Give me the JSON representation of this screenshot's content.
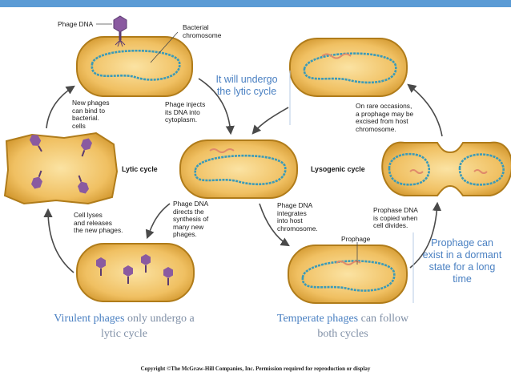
{
  "labels": {
    "phage_dna": "Phage DNA",
    "bacterial_chromosome": "Bacterial\nchromosome",
    "new_phages_bind": "New phages\ncan bind to\nbacterial.\ncells",
    "phage_injects": "Phage injects\nits DNA into\ncytoplasm.",
    "lytic_cycle": "Lytic cycle",
    "lysogenic_cycle": "Lysogenic cycle",
    "phage_dna_directs": "Phage DNA\ndirects the\nsynthesis of\nmany new\nphages.",
    "phage_dna_integrates": "Phage DNA\nintegrates\ninto host\nchromosome.",
    "cell_lyses": "Cell lyses\nand releases\nthe new phages.",
    "rare_occasions": "On rare occasions,\na prophage may be\nexcised from host\nchromosome.",
    "prophase_copied": "Prophase DNA\nis copied when\ncell divides.",
    "prophage": "Prophage"
  },
  "callouts": {
    "lytic_note": "It will undergo\nthe lytic cycle",
    "prophage_note": "Prophage can\nexist in a dormant\nstate for a long\ntime"
  },
  "captions": {
    "virulent_highlight": "Virulent phages",
    "virulent_rest": " only undergo a\nlytic cycle",
    "temperate_highlight": "Temperate phages",
    "temperate_rest": " can follow\nboth cycles"
  },
  "copyright": "Copyright ©The McGraw-Hill Companies, Inc. Permission required for reproduction or display",
  "colors": {
    "header_bar": "#5b9bd5",
    "cell_fill": "#f0c062",
    "cell_edge": "#b07c1a",
    "chromosome": "#3a9ab8",
    "phage_dna": "#e08a6a",
    "phage_head": "#8a5aa0",
    "callout_text": "#4a80c2"
  },
  "icons": [
    "phage-icon",
    "bacterium-cell",
    "cycle-arrow"
  ]
}
